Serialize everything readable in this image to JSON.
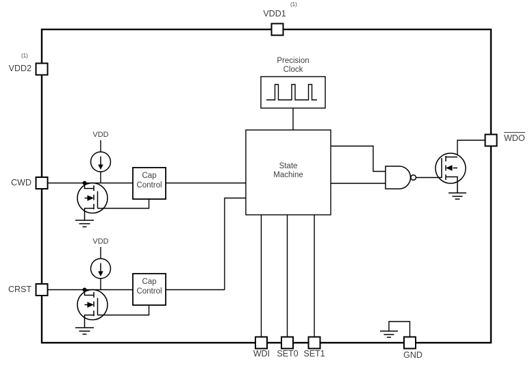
{
  "pins": {
    "vdd1": {
      "label": "VDD1",
      "note": "(1)"
    },
    "vdd2": {
      "label": "VDD2",
      "note": "(1)"
    },
    "cwd": {
      "label": "CWD"
    },
    "crst": {
      "label": "CRST"
    },
    "wdo": {
      "label": "WDO"
    },
    "wdi": {
      "label": "WDI"
    },
    "set0": {
      "label": "SET0"
    },
    "set1": {
      "label": "SET1"
    },
    "gnd": {
      "label": "GND"
    }
  },
  "blocks": {
    "precision_clock": {
      "line1": "Precision",
      "line2": "Clock"
    },
    "state_machine": {
      "line1": "State",
      "line2": "Machine"
    },
    "cap_control_cwd": {
      "line1": "Cap",
      "line2": "Control"
    },
    "cap_control_crst": {
      "line1": "Cap",
      "line2": "Control"
    }
  },
  "supplies": {
    "cwd": "VDD",
    "crst": "VDD"
  },
  "colors": {
    "line": "#000000",
    "text": "#3d3d3d",
    "background": "#ffffff"
  }
}
